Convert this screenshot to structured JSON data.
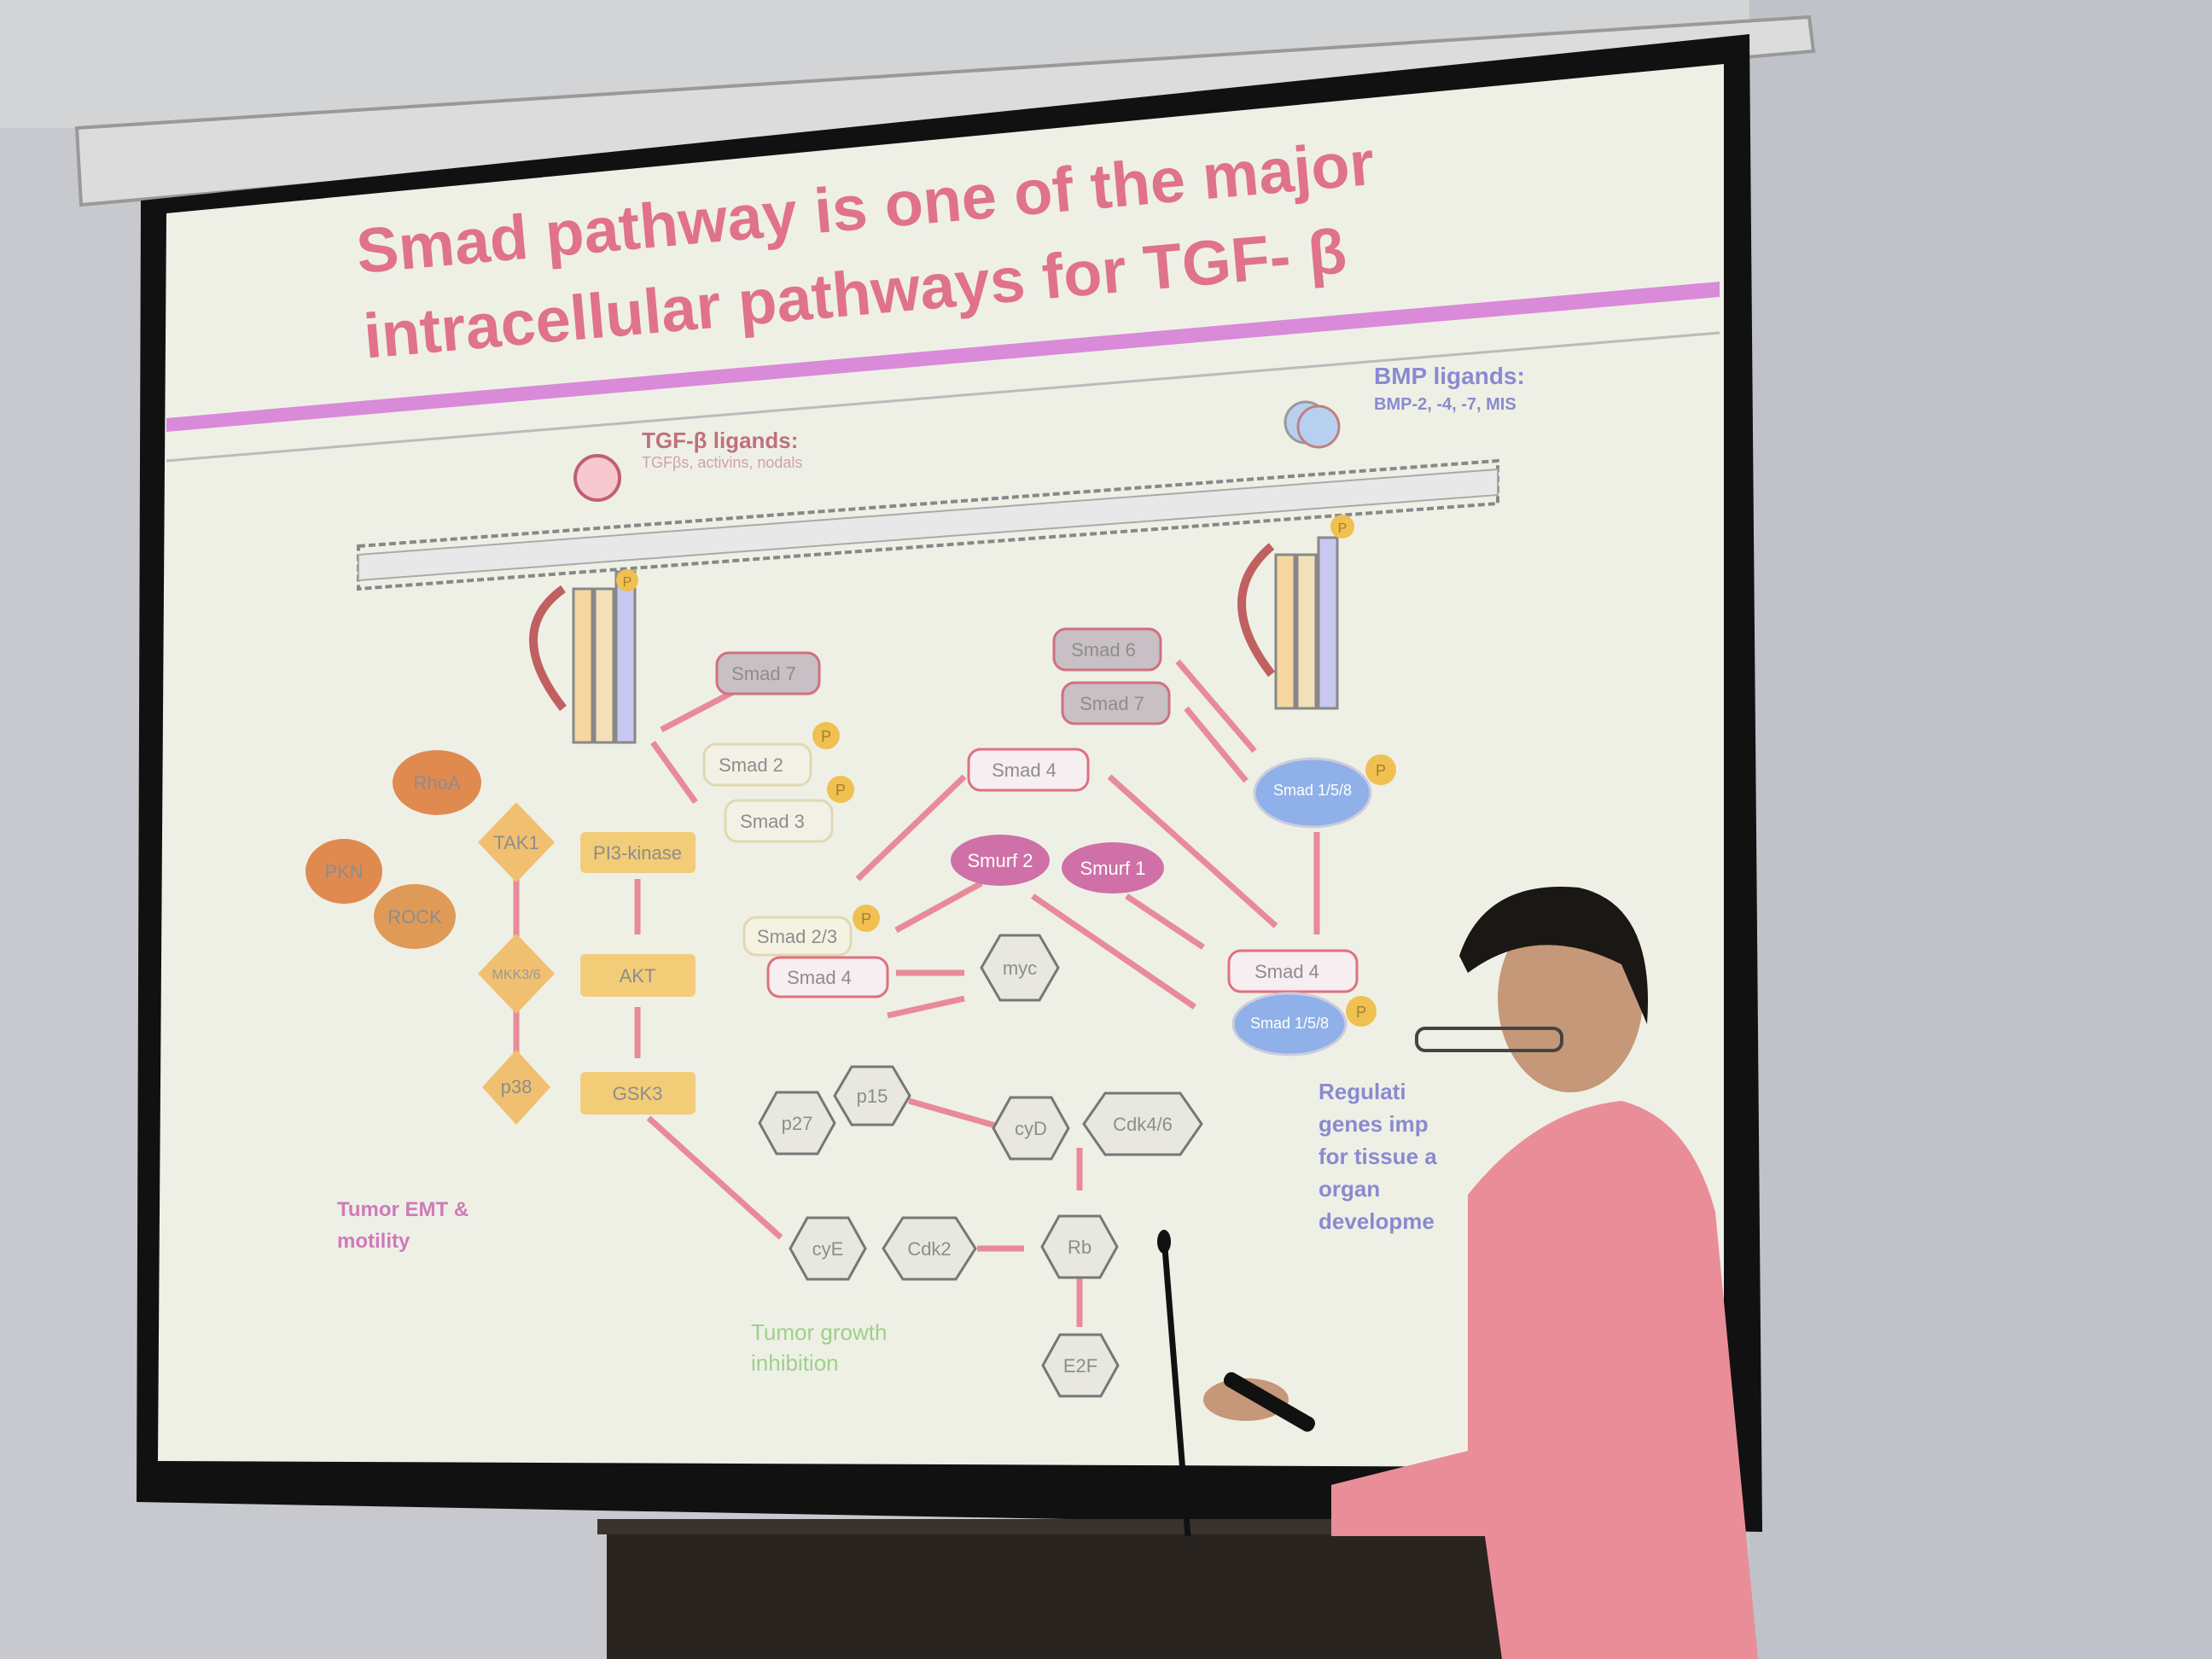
{
  "slide": {
    "title_line1": "Smad pathway is one of the major",
    "title_line2": "intracellular pathways for TGF- β",
    "tgf_ligands_label": "TGF-β ligands:",
    "tgf_ligands_sub": "TGFβs, activins, nodals",
    "bmp_ligands_label": "BMP ligands:",
    "bmp_ligands_sub": "BMP-2, -4, -7, MIS",
    "nodes": {
      "smad7_left": "Smad 7",
      "smad6_right": "Smad 6",
      "smad7_right": "Smad 7",
      "smad2": "Smad 2",
      "smad3": "Smad 3",
      "smad4_top": "Smad 4",
      "smad158_top": "Smad 1/5/8",
      "rhoa": "RhoA",
      "pkn": "PKN",
      "rock": "ROCK",
      "tak1": "TAK1",
      "pi3k": "PI3-kinase",
      "smurf2": "Smurf 2",
      "smurf1": "Smurf 1",
      "smad23": "Smad 2/3",
      "smad4_mid": "Smad 4",
      "mkk36": "MKK3/6",
      "akt": "AKT",
      "myc": "myc",
      "smad4_right": "Smad 4",
      "smad158_right": "Smad 1/5/8",
      "p38": "p38",
      "gsk3": "GSK3",
      "p27": "p27",
      "p15": "p15",
      "cyd": "cyD",
      "cdk46": "Cdk4/6",
      "cye": "cyE",
      "cdk2": "Cdk2",
      "rb": "Rb",
      "e2f": "E2F",
      "phospho": "P"
    },
    "tumor_emt": [
      "Tumor EMT &",
      "motility"
    ],
    "tumor_growth": [
      "Tumor growth",
      "inhibition"
    ],
    "regulation": [
      "Regulati",
      "genes imp",
      "for tissue a",
      "organ",
      "developme"
    ]
  },
  "colors": {
    "title": "#e0728a",
    "accent_bar": "#d98ad8",
    "bmp_text": "#8a8ad0",
    "tumor_emt": "#d07ab8",
    "tumor_growth": "#9ed08a",
    "shirt": "#e98e98"
  }
}
